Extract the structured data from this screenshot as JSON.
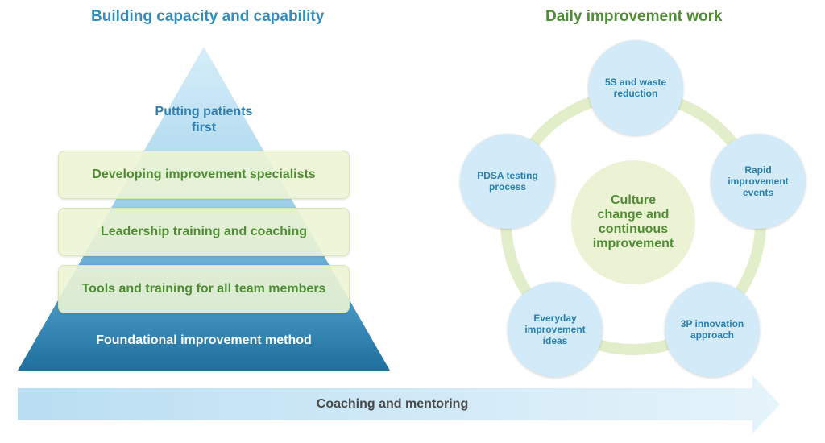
{
  "left_heading": "Building capacity and capability",
  "right_heading": "Daily improvement work",
  "pyramid": {
    "top_label": "Putting patients first",
    "bands": [
      "Developing improvement specialists",
      "Leadership training and coaching",
      "Tools and training for all team members"
    ],
    "base_label": "Foundational improvement method"
  },
  "cycle": {
    "center": "Culture change and continuous improvement",
    "items": [
      "5S and waste reduction",
      "Rapid improvement events",
      "3P innovation approach",
      "Everyday improvement ideas",
      "PDSA testing process"
    ]
  },
  "arrow_label": "Coaching and mentoring",
  "colors": {
    "blue_heading": "#2f8ec0",
    "green_heading": "#4f8d33",
    "pyramid_light": "#cde8f6",
    "pyramid_dark": "#2677a6",
    "band_fill": "#ecf4d4",
    "circle_fill": "#d3ebf8",
    "center_fill": "#ebf3d4",
    "ring": "#e2eec9",
    "arrow": "#cfe9f6"
  }
}
